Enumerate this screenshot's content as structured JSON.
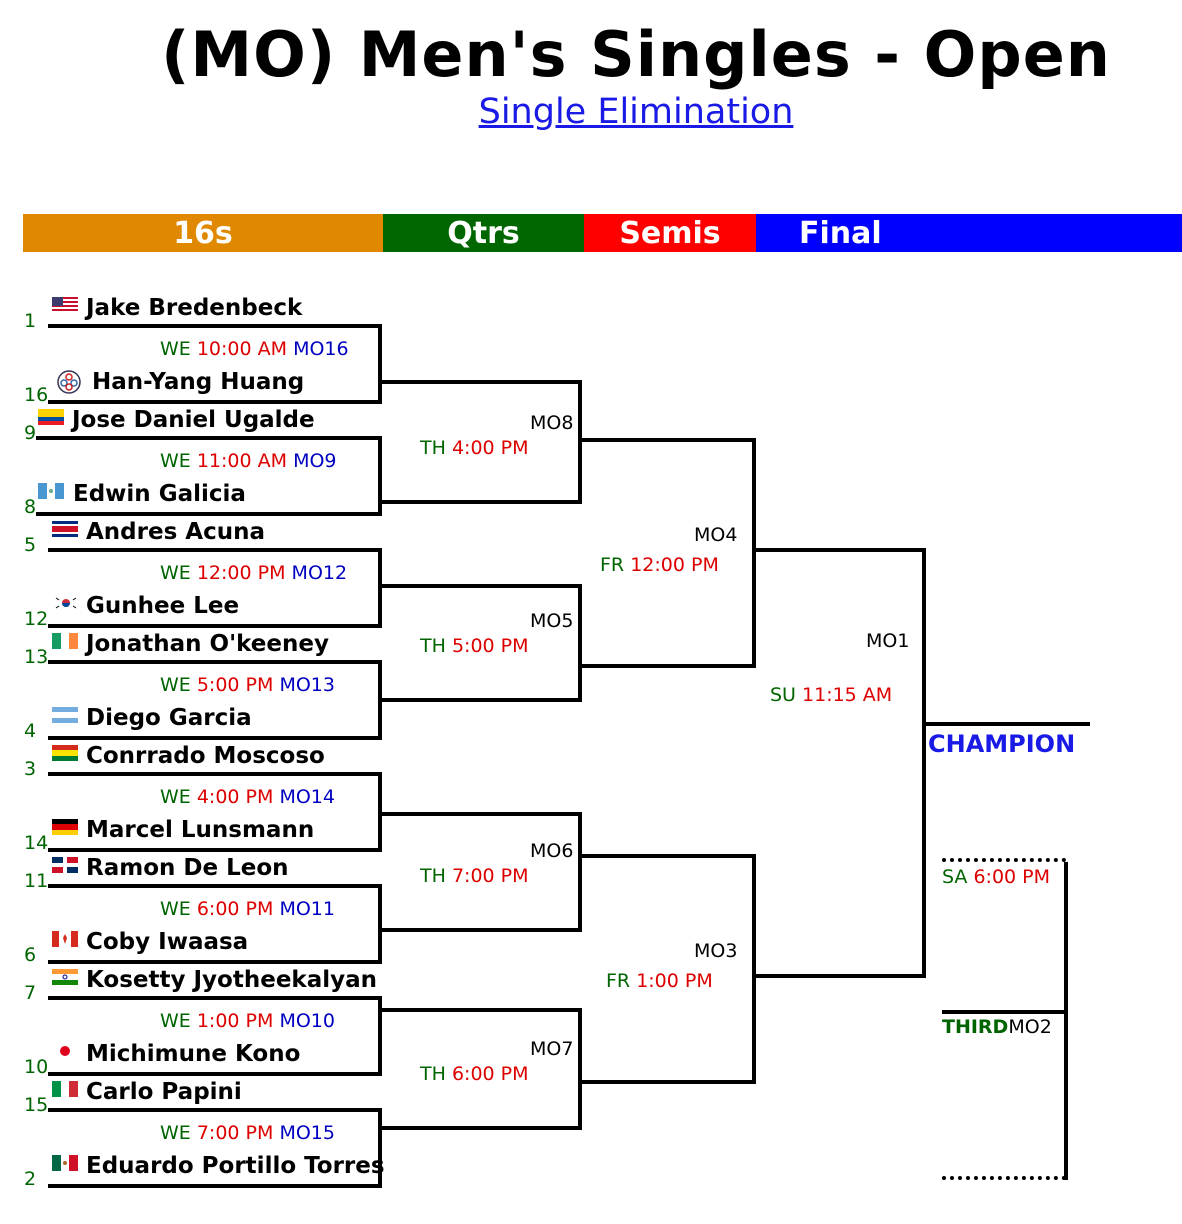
{
  "title": "(MO) Men's Singles - Open",
  "subtitle": "Single Elimination",
  "rounds": [
    {
      "label": "16s",
      "color": "#e08800"
    },
    {
      "label": "Qtrs",
      "color": "#006600"
    },
    {
      "label": "Semis",
      "color": "#ff0000"
    },
    {
      "label": "Final",
      "color": "#0000ff"
    }
  ],
  "players": [
    {
      "seed": "1",
      "name": "Jake Bredenbeck",
      "flag": "usa-flag"
    },
    {
      "seed": "16",
      "name": "Han-Yang Huang",
      "flag": "tpe-flag"
    },
    {
      "seed": "9",
      "name": "Jose Daniel Ugalde",
      "flag": "ecuador-flag"
    },
    {
      "seed": "8",
      "name": "Edwin Galicia",
      "flag": "guatemala-flag"
    },
    {
      "seed": "5",
      "name": "Andres Acuna",
      "flag": "costa-rica-flag"
    },
    {
      "seed": "12",
      "name": "Gunhee Lee",
      "flag": "korea-flag"
    },
    {
      "seed": "13",
      "name": "Jonathan O'keeney",
      "flag": "ireland-flag"
    },
    {
      "seed": "4",
      "name": "Diego Garcia",
      "flag": "argentina-flag"
    },
    {
      "seed": "3",
      "name": "Conrrado Moscoso",
      "flag": "bolivia-flag"
    },
    {
      "seed": "14",
      "name": "Marcel Lunsmann",
      "flag": "germany-flag"
    },
    {
      "seed": "11",
      "name": "Ramon De Leon",
      "flag": "dominican-flag"
    },
    {
      "seed": "6",
      "name": "Coby Iwaasa",
      "flag": "canada-flag"
    },
    {
      "seed": "7",
      "name": "Kosetty Jyotheekalyan",
      "flag": "india-flag"
    },
    {
      "seed": "10",
      "name": "Michimune Kono",
      "flag": "japan-flag"
    },
    {
      "seed": "15",
      "name": "Carlo Papini",
      "flag": "italy-flag"
    },
    {
      "seed": "2",
      "name": "Eduardo Portillo Torres",
      "flag": "mexico-flag"
    }
  ],
  "r16": [
    {
      "day": "WE",
      "time": "10:00 AM",
      "id": "MO16"
    },
    {
      "day": "WE",
      "time": "11:00 AM",
      "id": "MO9"
    },
    {
      "day": "WE",
      "time": "12:00 PM",
      "id": "MO12"
    },
    {
      "day": "WE",
      "time": "5:00 PM",
      "id": "MO13"
    },
    {
      "day": "WE",
      "time": "4:00 PM",
      "id": "MO14"
    },
    {
      "day": "WE",
      "time": "6:00 PM",
      "id": "MO11"
    },
    {
      "day": "WE",
      "time": "1:00 PM",
      "id": "MO10"
    },
    {
      "day": "WE",
      "time": "7:00 PM",
      "id": "MO15"
    }
  ],
  "qf": [
    {
      "id": "MO8",
      "day": "TH",
      "time": "4:00 PM"
    },
    {
      "id": "MO5",
      "day": "TH",
      "time": "5:00 PM"
    },
    {
      "id": "MO6",
      "day": "TH",
      "time": "7:00 PM"
    },
    {
      "id": "MO7",
      "day": "TH",
      "time": "6:00 PM"
    }
  ],
  "sf": [
    {
      "id": "MO4",
      "day": "FR",
      "time": "12:00 PM"
    },
    {
      "id": "MO3",
      "day": "FR",
      "time": "1:00 PM"
    }
  ],
  "final": {
    "id": "MO1",
    "day": "SU",
    "time": "11:15 AM"
  },
  "champion_label": "CHAMPION",
  "third": {
    "day": "SA",
    "time": "6:00 PM",
    "label": "THIRD",
    "id": "MO2"
  }
}
